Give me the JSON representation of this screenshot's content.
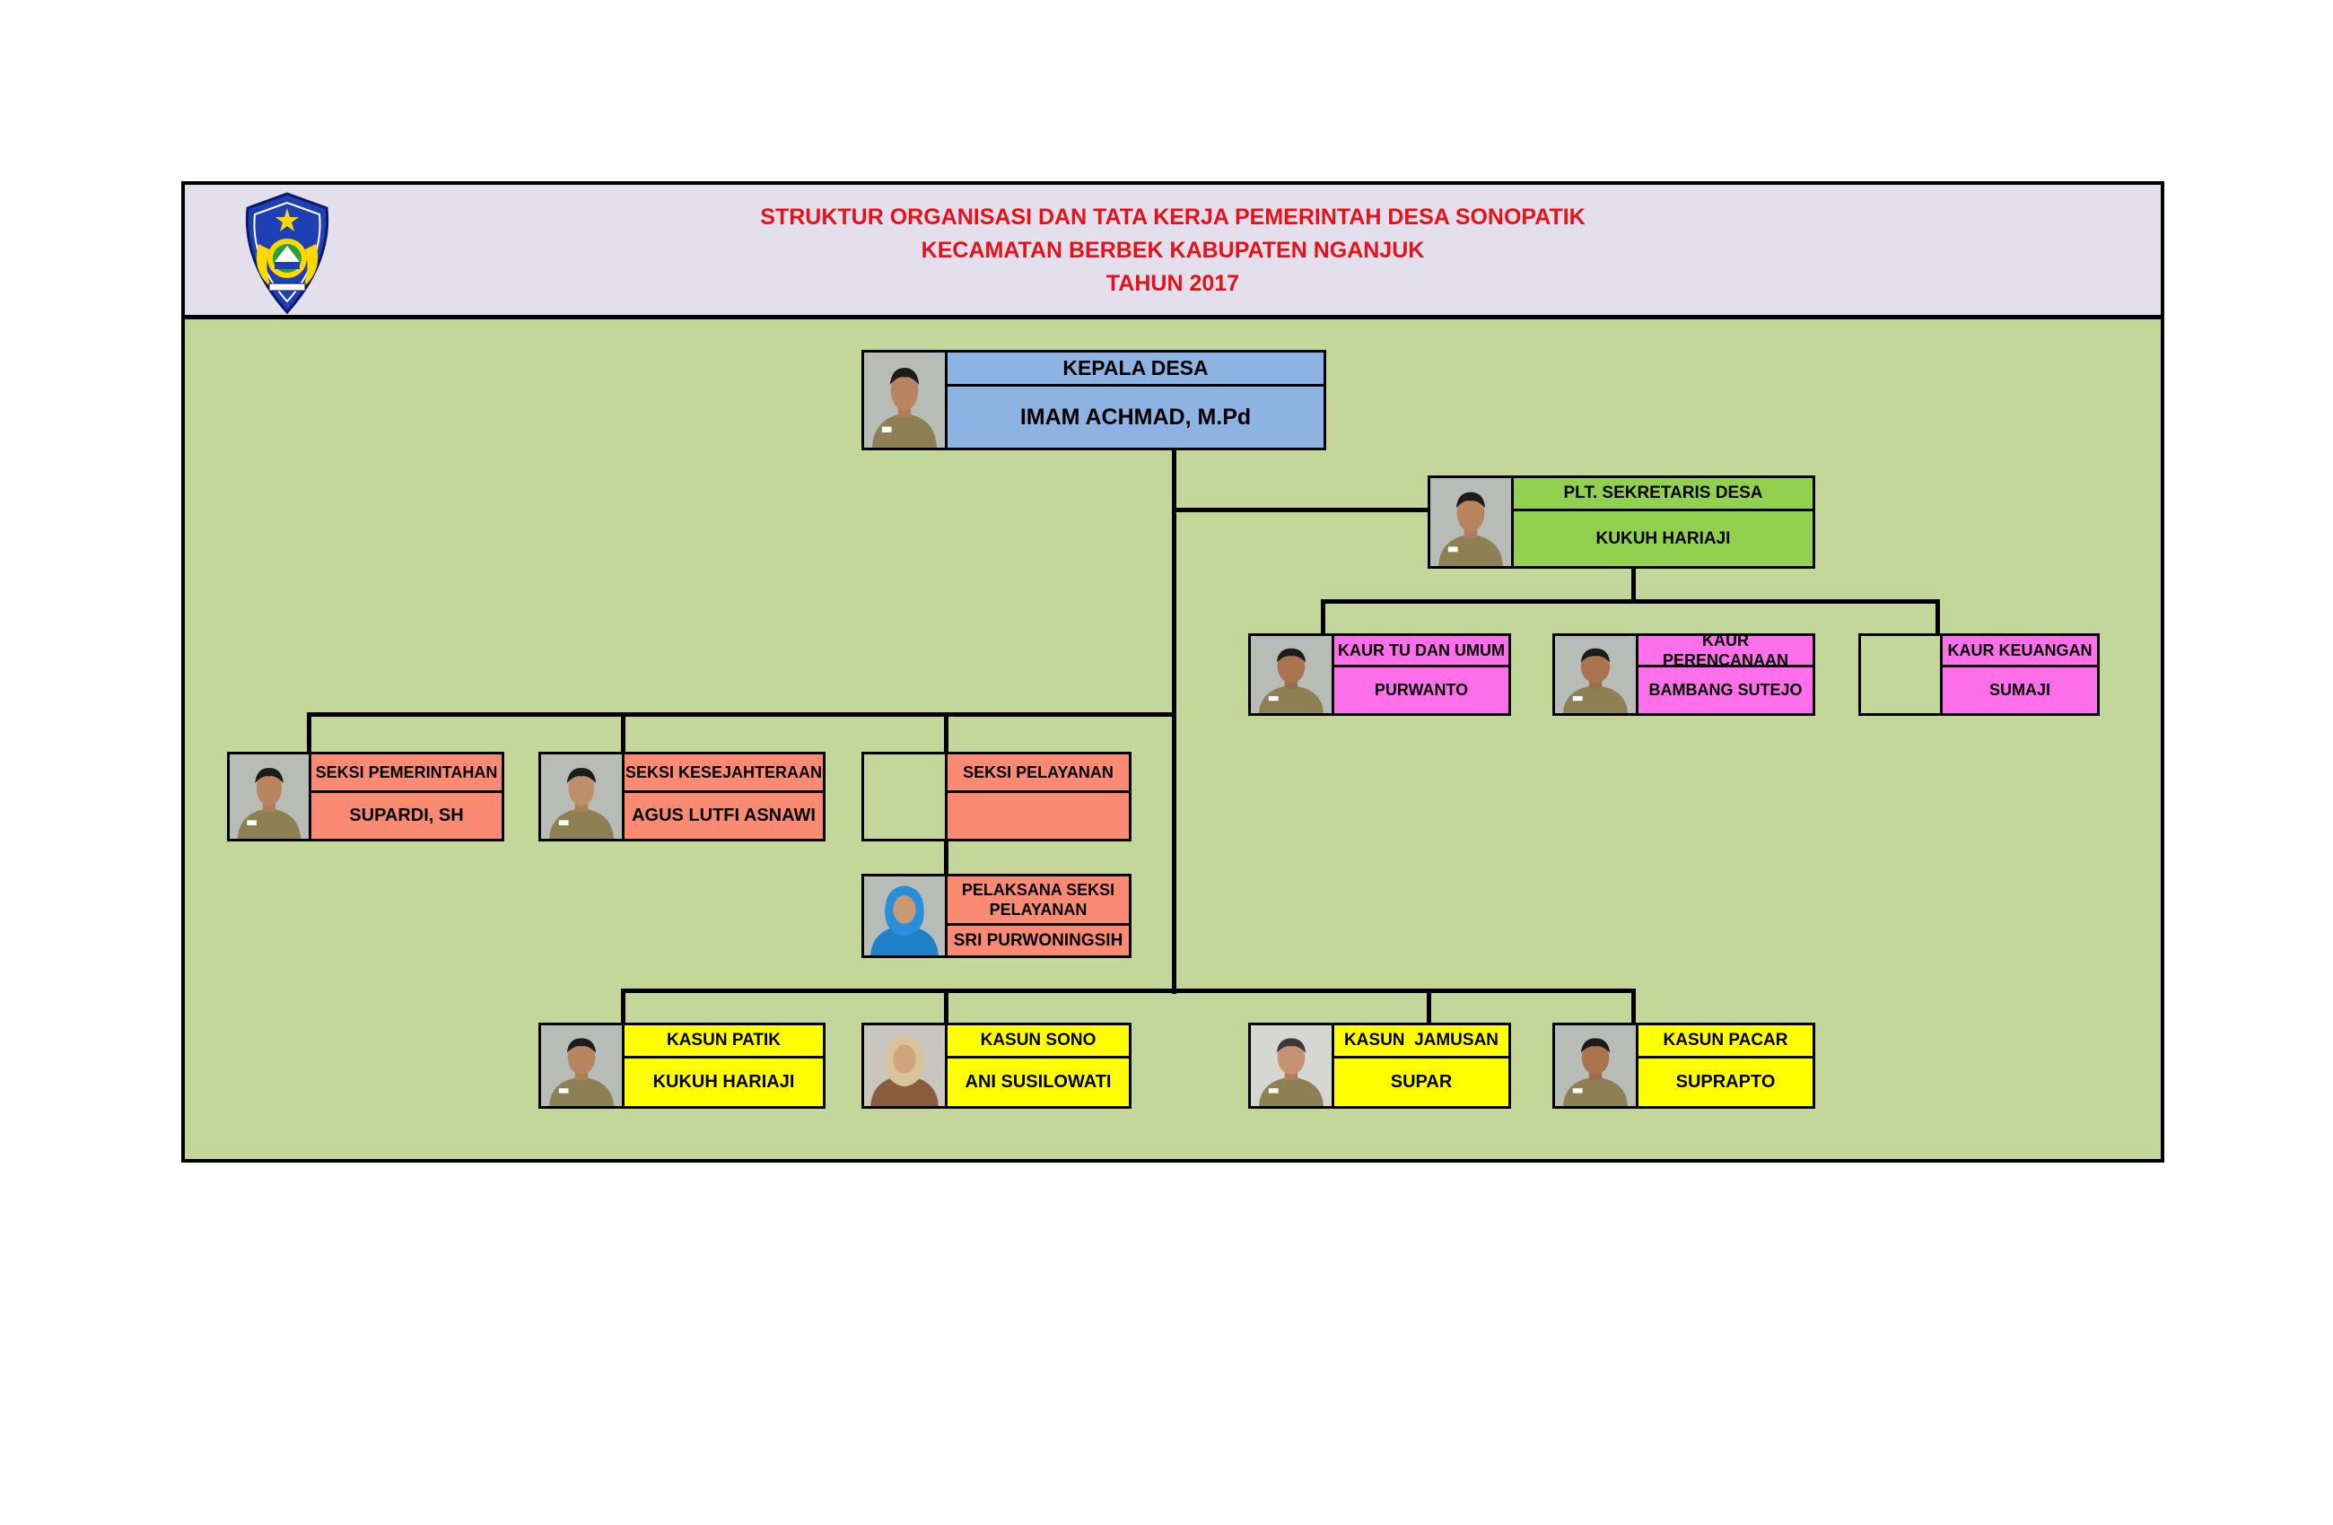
{
  "header": {
    "title_line1": "STRUKTUR ORGANISASI DAN TATA KERJA PEMERINTAH DESA SONOPATIK",
    "title_line2": "KECAMATAN BERBEK KABUPATEN NGANJUK",
    "title_line3": "TAHUN  2017"
  },
  "colors": {
    "background": "#c4d79b",
    "header_bg": "#e4dfec",
    "title": "#e8111a",
    "kepala": "#8db3e2",
    "sekretaris": "#92d050",
    "kaur": "#ff6fe9",
    "seksi": "#fa8a72",
    "kasun": "#ffff00"
  },
  "kepala": {
    "position": "KEPALA DESA",
    "name": "IMAM ACHMAD, M.Pd"
  },
  "sekretaris": {
    "position": "PLT. SEKRETARIS DESA",
    "name": "KUKUH HARIAJI"
  },
  "kaur": [
    {
      "position": "KAUR TU DAN UMUM",
      "name": "PURWANTO"
    },
    {
      "position": "KAUR PERENCANAAN",
      "name": "BAMBANG SUTEJO"
    },
    {
      "position": "KAUR KEUANGAN",
      "name": "SUMAJI"
    }
  ],
  "seksi": [
    {
      "position": "SEKSI PEMERINTAHAN",
      "name": "SUPARDI, SH"
    },
    {
      "position": "SEKSI KESEJAHTERAAN",
      "name": "AGUS LUTFI ASNAWI"
    },
    {
      "position": "SEKSI PELAYANAN",
      "name": ""
    }
  ],
  "pelaksana": {
    "position": "PELAKSANA SEKSI PELAYANAN",
    "name": "SRI PURWONINGSIH"
  },
  "kasun": [
    {
      "position": "KASUN PATIK",
      "name": "KUKUH HARIAJI"
    },
    {
      "position": "KASUN SONO",
      "name": "ANI SUSILOWATI"
    },
    {
      "position": "KASUN  JAMUSAN",
      "name": "SUPAR"
    },
    {
      "position": "KASUN PACAR",
      "name": "SUPRAPTO"
    }
  ]
}
